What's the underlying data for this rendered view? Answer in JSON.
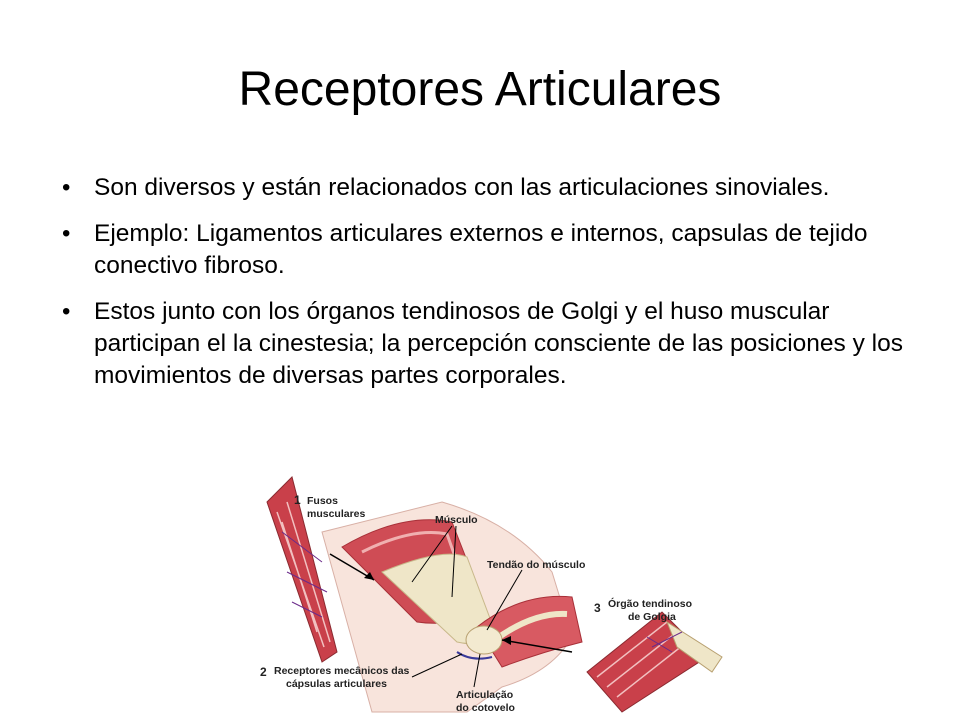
{
  "title": "Receptores Articulares",
  "bullets": [
    "Son diversos y están relacionados con las articulaciones sinoviales.",
    "Ejemplo: Ligamentos articulares externos e internos, capsulas de tejido conectivo fibroso.",
    "Estos junto con los órganos tendinosos de Golgi y el huso muscular participan el la cinestesia;  la percepción consciente de las posiciones y los movimientos de diversas partes corporales."
  ],
  "bullet_symbol": "•",
  "figure": {
    "label1_num": "1",
    "label1_line1": "Fusos",
    "label1_line2": "musculares",
    "label_musculo": "Músculo",
    "label_tendao": "Tendão do músculo",
    "label3_num": "3",
    "label3_line1": "Órgão tendinoso",
    "label3_line2": "de Golgia",
    "label2_num": "2",
    "label2_line1": "Receptores mecânicos das",
    "label2_line2": "cápsulas articulares",
    "label_artic_line1": "Articulação",
    "label_artic_line2": "do cotovelo",
    "colors": {
      "muscle": "#c9404a",
      "muscle_light": "#e8a0a0",
      "tendon": "#efe6c8",
      "skin": "#f5d8cf"
    }
  }
}
